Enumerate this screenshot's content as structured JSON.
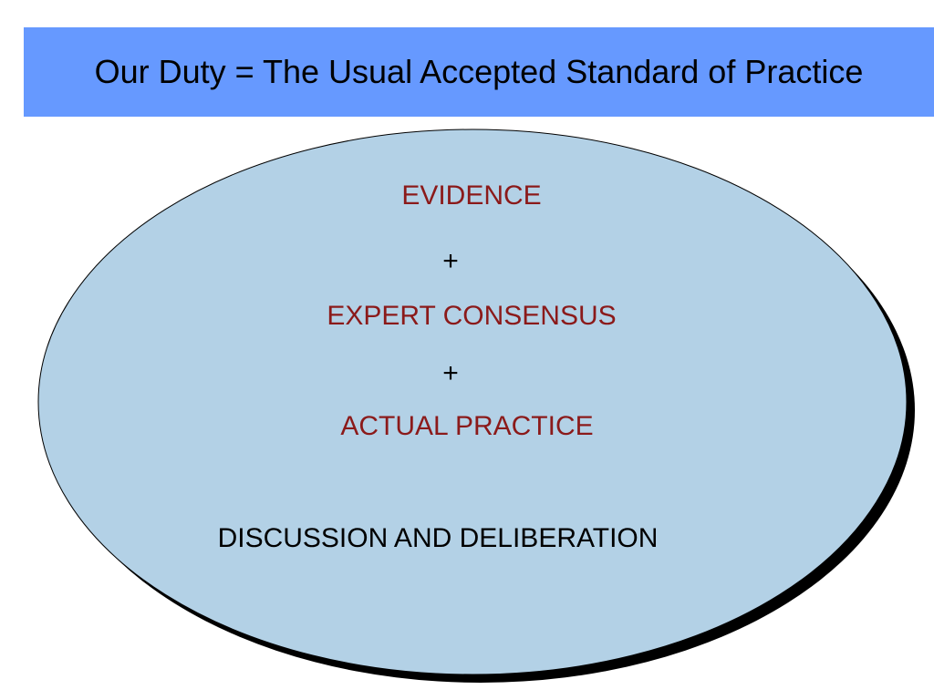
{
  "title": "Our Duty = The Usual Accepted Standard of Practice",
  "colors": {
    "title_bar": "#6699ff",
    "ellipse_fill": "#b3d1e6",
    "ellipse_outline": "#000000",
    "item_text": "#8b1a1a",
    "note_text": "#000000"
  },
  "ellipse": {
    "items": [
      {
        "label": "EVIDENCE"
      },
      {
        "label": "+"
      },
      {
        "label": "EXPERT CONSENSUS"
      },
      {
        "label": "+"
      },
      {
        "label": "ACTUAL PRACTICE"
      }
    ],
    "note": "DISCUSSION AND DELIBERATION"
  }
}
